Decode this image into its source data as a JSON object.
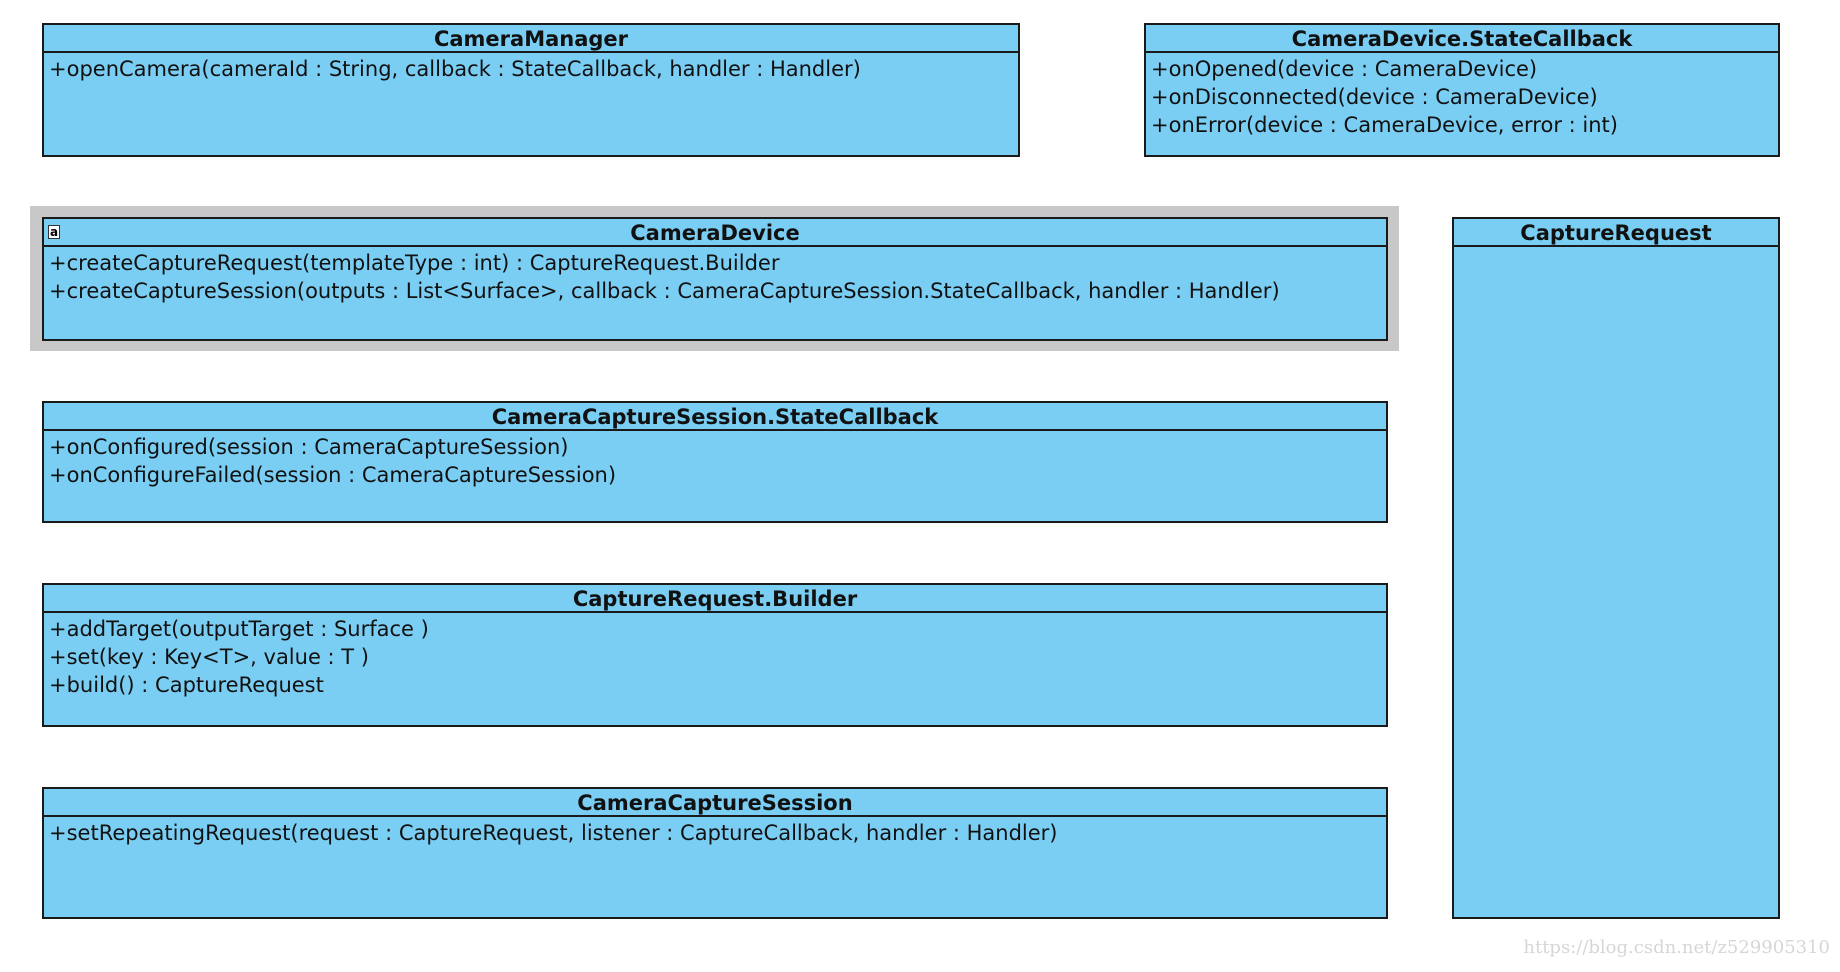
{
  "classes": {
    "camera_manager": {
      "name": "CameraManager",
      "operations": [
        "+openCamera(cameraId : String, callback : StateCallback, handler : Handler)"
      ]
    },
    "camera_device_state_callback": {
      "name": "CameraDevice.StateCallback",
      "operations": [
        "+onOpened(device : CameraDevice)",
        "+onDisconnected(device : CameraDevice)",
        "+onError(device : CameraDevice, error : int)"
      ]
    },
    "camera_device": {
      "name": "CameraDevice",
      "icon": "abstract-class-icon",
      "icon_text": "a",
      "selected": true,
      "operations": [
        "+createCaptureRequest(templateType : int) : CaptureRequest.Builder",
        "+createCaptureSession(outputs : List<Surface>, callback : CameraCaptureSession.StateCallback, handler : Handler)"
      ]
    },
    "capture_request": {
      "name": "CaptureRequest",
      "operations": []
    },
    "camera_capture_session_state_callback": {
      "name": "CameraCaptureSession.StateCallback",
      "operations": [
        "+onConfigured(session : CameraCaptureSession)",
        "+onConfigureFailed(session : CameraCaptureSession)"
      ]
    },
    "capture_request_builder": {
      "name": "CaptureRequest.Builder",
      "operations": [
        "+addTarget(outputTarget : Surface )",
        "+set(key : Key<T>, value : T )",
        "+build() : CaptureRequest"
      ]
    },
    "camera_capture_session": {
      "name": "CameraCaptureSession",
      "operations": [
        "+setRepeatingRequest(request : CaptureRequest, listener : CaptureCallback, handler : Handler)"
      ]
    }
  },
  "colors": {
    "class_fill": "#7acef4",
    "border": "#1a1a1a",
    "selection": "#c8c8c8"
  },
  "watermark": "https://blog.csdn.net/z529905310"
}
